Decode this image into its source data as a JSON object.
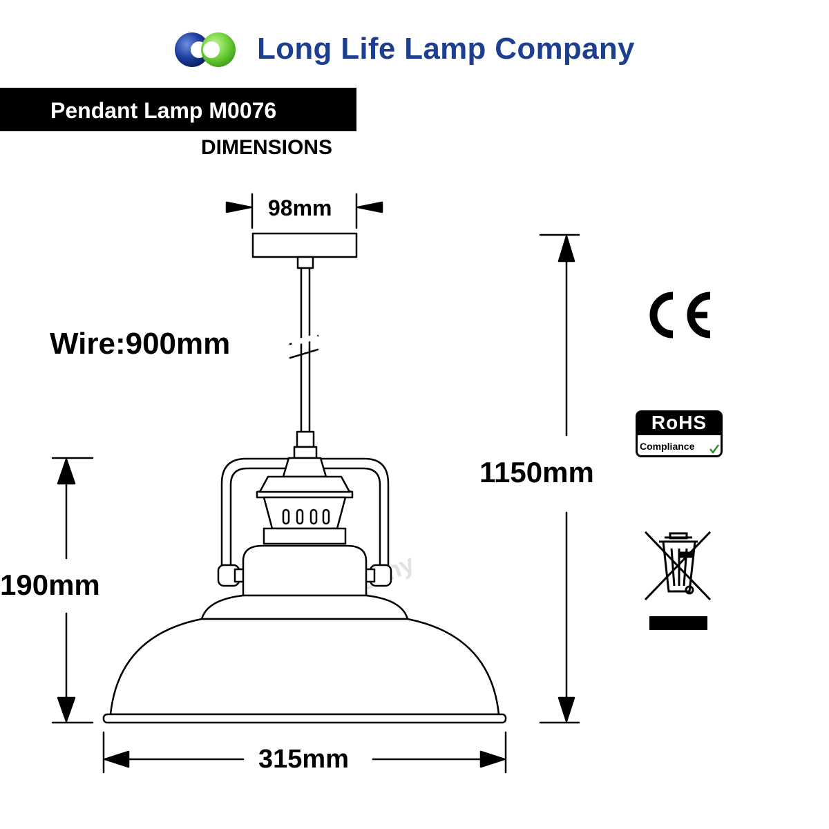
{
  "header": {
    "logo_icon": "long-life-logo-icon",
    "company_name": "Long Life Lamp Company",
    "brand_blue": "#1e3f8f",
    "brand_green": "#6fd13a"
  },
  "product": {
    "title": "Pendant Lamp M0076",
    "section_label": "DIMENSIONS"
  },
  "dimensions": {
    "canopy_width": "98mm",
    "wire_length": "Wire:900mm",
    "total_height": "1150mm",
    "shade_height": "190mm",
    "shade_diameter": "315mm"
  },
  "watermark": "Long Life Lamp Company",
  "certifications": {
    "ce_icon": "ce-mark-icon",
    "rohs_title": "RoHS",
    "rohs_sub": "Compliance",
    "rohs_check_icon": "check-icon",
    "weee_icon": "crossed-bin-icon"
  }
}
